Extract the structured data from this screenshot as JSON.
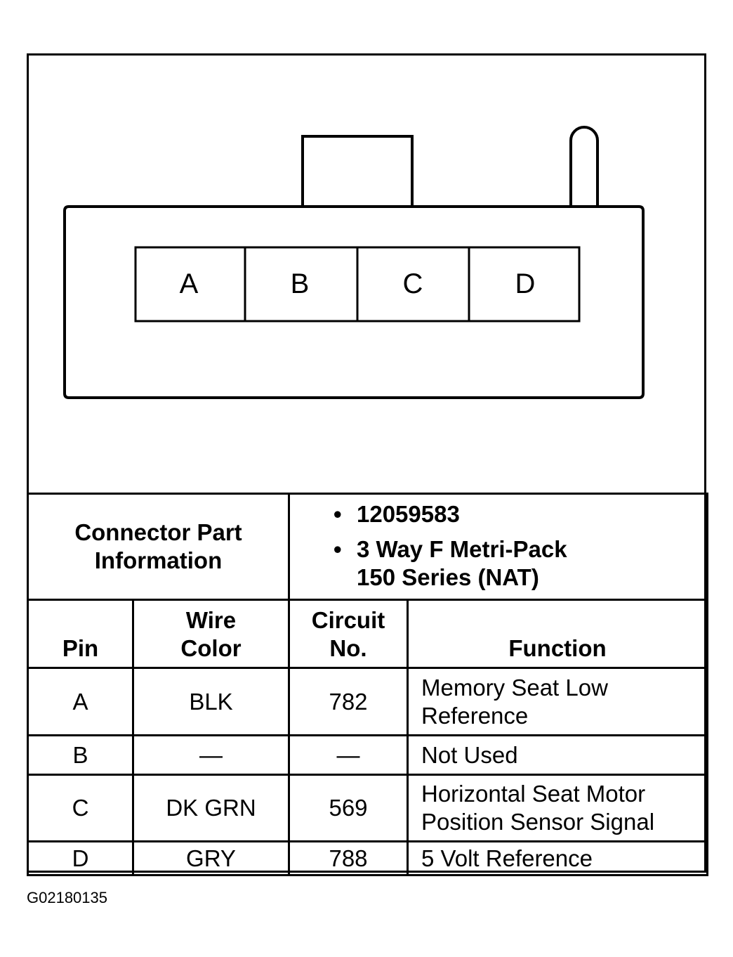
{
  "connector": {
    "pins": [
      "A",
      "B",
      "C",
      "D"
    ]
  },
  "part_info": {
    "label": "Connector Part Information",
    "items": [
      "12059583",
      "3 Way F Metri-Pack 150 Series (NAT)"
    ]
  },
  "table": {
    "headers": {
      "pin": "Pin",
      "wire_color": "Wire Color",
      "circuit_no": "Circuit No.",
      "function": "Function"
    },
    "rows": [
      {
        "pin": "A",
        "wire_color": "BLK",
        "circuit": "782",
        "function": "Memory Seat Low Reference"
      },
      {
        "pin": "B",
        "wire_color": "—",
        "circuit": "—",
        "function": "Not Used"
      },
      {
        "pin": "C",
        "wire_color": "DK GRN",
        "circuit": "569",
        "function": "Horizontal Seat Motor Position Sensor Signal"
      },
      {
        "pin": "D",
        "wire_color": "GRY",
        "circuit": "788",
        "function": "5 Volt Reference"
      }
    ]
  },
  "figure_id": "G02180135"
}
